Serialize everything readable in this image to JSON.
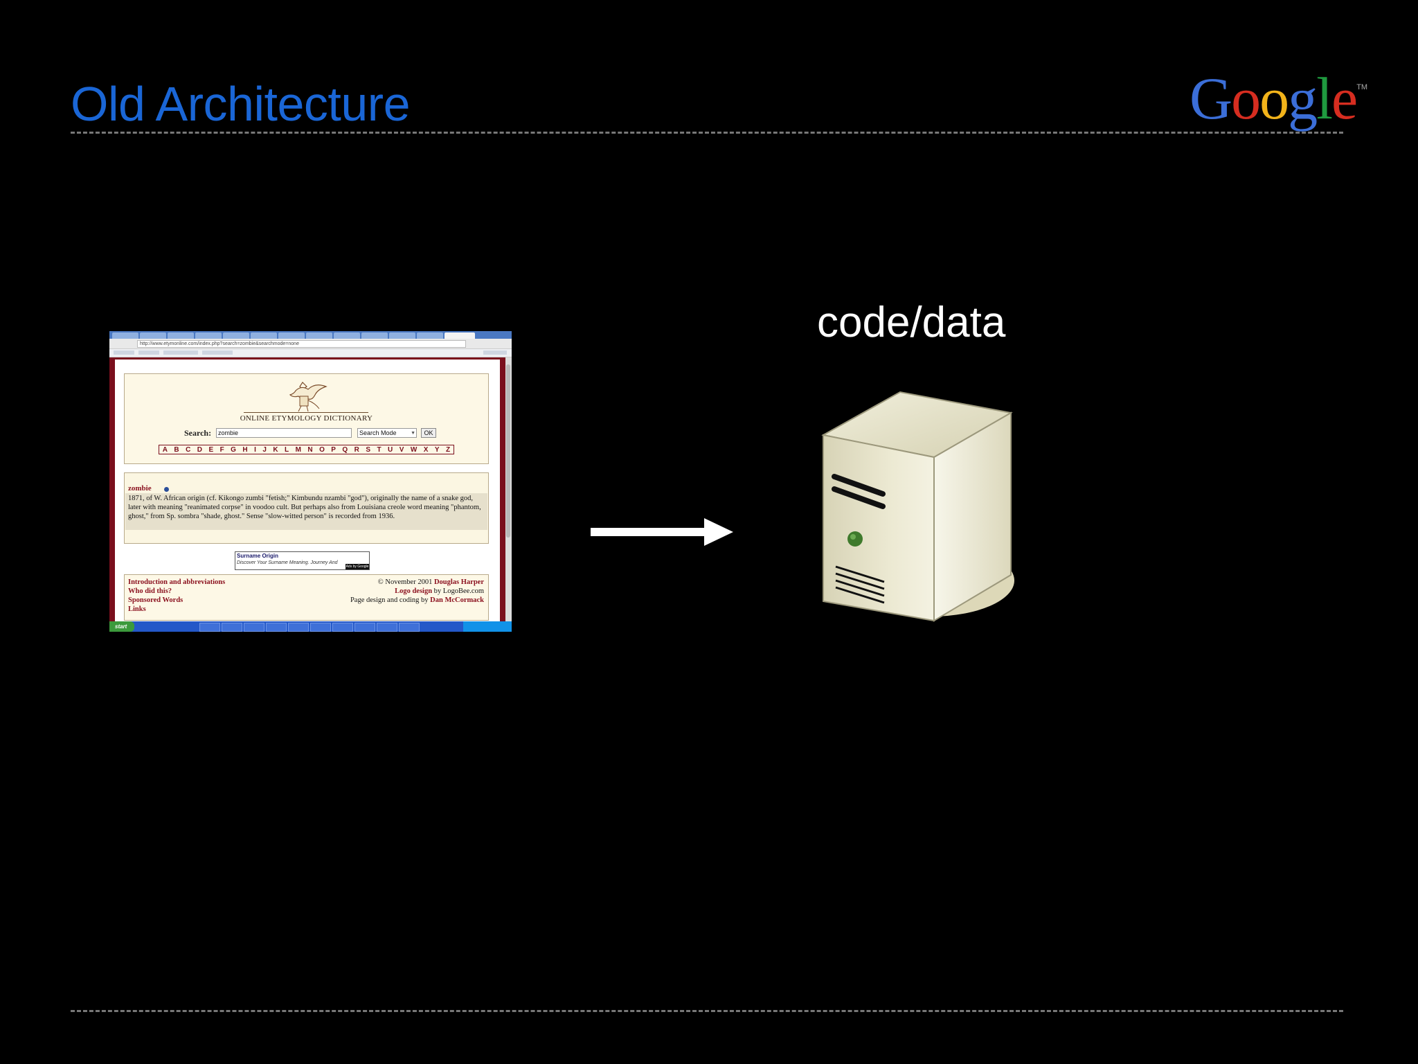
{
  "slide": {
    "title": "Old Architecture",
    "brand_letters": [
      "G",
      "o",
      "o",
      "g",
      "l",
      "e"
    ],
    "brand_colors": [
      "#3b6ed8",
      "#d62d20",
      "#f2b31a",
      "#3b6ed8",
      "#1f9a3f",
      "#d62d20"
    ],
    "brand_tm": "TM"
  },
  "browser": {
    "url": "http://www.etymonline.com/index.php?search=zombie&searchmode=none"
  },
  "etymology_site": {
    "name": "ONLINE ETYMOLOGY DICTIONARY",
    "search_label": "Search:",
    "search_value": "zombie",
    "search_mode": "Search Mode",
    "ok_label": "OK",
    "alphabet": [
      "A",
      "B",
      "C",
      "D",
      "E",
      "F",
      "G",
      "H",
      "I",
      "J",
      "K",
      "L",
      "M",
      "N",
      "O",
      "P",
      "Q",
      "R",
      "S",
      "T",
      "U",
      "V",
      "W",
      "X",
      "Y",
      "Z"
    ],
    "entry": {
      "word": "zombie",
      "definition": "1871, of W. African origin (cf. Kikongo zumbi \"fetish;\" Kimbundu nzambi \"god\"), originally the name of a snake god, later with meaning \"reanimated corpse\" in voodoo cult. But perhaps also from Louisiana creole word meaning \"phantom, ghost,\" from Sp. sombra \"shade, ghost.\" Sense \"slow-witted person\" is recorded from 1936."
    },
    "ad": {
      "title": "Surname Origin",
      "desc": "Discover Your Surname Meaning. Journey And",
      "badge": "Ads by Google"
    },
    "footer_links": [
      "Introduction and abbreviations",
      "Who did this?",
      "Sponsored Words",
      "Links"
    ],
    "credits": {
      "line1_prefix": "© November 2001 ",
      "line1_name": "Douglas Harper",
      "line2_link": "Logo design",
      "line2_suffix": " by LogoBee.com",
      "line3_prefix": "Page design and coding by ",
      "line3_name": "Dan McCormack"
    },
    "taskbar_start": "start"
  },
  "server": {
    "label": "code/data"
  },
  "colors": {
    "title": "#1a66d6",
    "background": "#000000",
    "site_maroon": "#7a0f1d",
    "server_body": "#e8e5cd",
    "server_led": "#3f7a2c"
  }
}
